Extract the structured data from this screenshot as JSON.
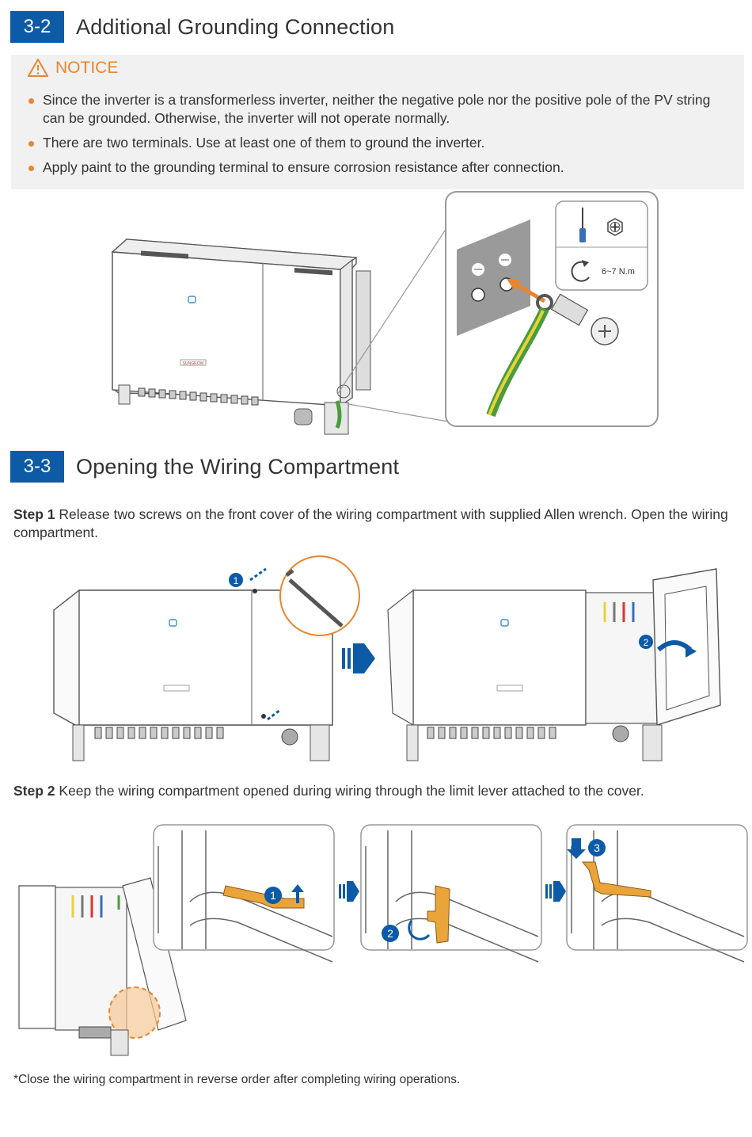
{
  "section_2": {
    "number": "3-2",
    "title": "Additional Grounding Connection"
  },
  "notice": {
    "title": "NOTICE",
    "items": [
      "Since the inverter is a transformerless inverter, neither the negative pole nor the positive pole of the PV string can be grounded. Otherwise, the inverter will not operate normally.",
      "There are two terminals. Use at least one of them to ground the inverter.",
      "Apply paint to the grounding terminal to ensure corrosion resistance after connection."
    ]
  },
  "grounding_figure": {
    "torque": "6~7 N.m",
    "brand": "SUNGROW"
  },
  "section_3": {
    "number": "3-3",
    "title": "Opening the Wiring Compartment"
  },
  "step1": {
    "label": "Step 1",
    "text": "Release two screws on the front cover of the wiring compartment with supplied Allen wrench. Open the wiring compartment.",
    "markers": [
      "1",
      "2"
    ]
  },
  "step2": {
    "label": "Step 2",
    "text": "Keep the wiring compartment opened during wiring through the limit lever attached to the cover.",
    "markers": [
      "1",
      "2",
      "3"
    ]
  },
  "footnote": "*Close the wiring compartment in reverse order after completing wiring operations.",
  "colors": {
    "section_blue": "#0d5aa7",
    "notice_orange": "#e8862e",
    "notice_bg": "#f1f1f1",
    "lever_orange": "#e9a43a",
    "ground_green": "#4a9c3c",
    "ground_yellow": "#e8d23a"
  }
}
